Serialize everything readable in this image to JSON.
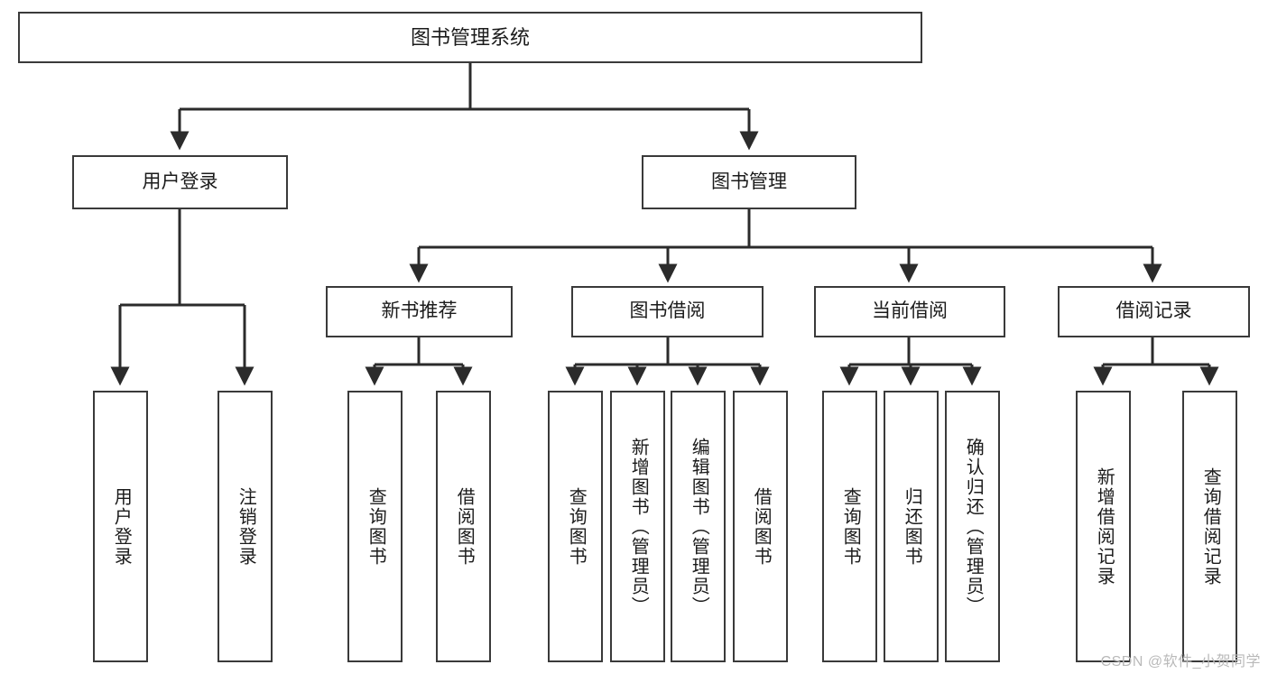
{
  "diagram": {
    "type": "tree",
    "title": "图书管理系统",
    "style": {
      "box_border": "#3a3a3a",
      "box_fill": "#ffffff",
      "connector": "#2b2b2b",
      "background": "#ffffff"
    },
    "root": {
      "id": "root",
      "label": "图书管理系统"
    },
    "level2": [
      {
        "id": "user-login",
        "label": "用户登录"
      },
      {
        "id": "book-manage",
        "label": "图书管理"
      }
    ],
    "level3": [
      {
        "id": "new-book-rec",
        "label": "新书推荐"
      },
      {
        "id": "book-borrow",
        "label": "图书借阅"
      },
      {
        "id": "current-borrow",
        "label": "当前借阅"
      },
      {
        "id": "borrow-record",
        "label": "借阅记录"
      }
    ],
    "leaves": {
      "user_login": [
        {
          "id": "leaf-user-login",
          "label": "用户登录"
        },
        {
          "id": "leaf-logout",
          "label": "注销登录"
        }
      ],
      "new_book_rec": [
        {
          "id": "leaf-query-book-1",
          "label": "查询图书"
        },
        {
          "id": "leaf-borrow-book-1",
          "label": "借阅图书"
        }
      ],
      "book_borrow": [
        {
          "id": "leaf-query-book-2",
          "label": "查询图书"
        },
        {
          "id": "leaf-add-book",
          "label": "新增图书（管理员）"
        },
        {
          "id": "leaf-edit-book",
          "label": "编辑图书（管理员）"
        },
        {
          "id": "leaf-borrow-book-2",
          "label": "借阅图书"
        }
      ],
      "current_borrow": [
        {
          "id": "leaf-query-book-3",
          "label": "查询图书"
        },
        {
          "id": "leaf-return-book",
          "label": "归还图书"
        },
        {
          "id": "leaf-confirm-return",
          "label": "确认归还（管理员）"
        }
      ],
      "borrow_record": [
        {
          "id": "leaf-add-record",
          "label": "新增借阅记录"
        },
        {
          "id": "leaf-query-record",
          "label": "查询借阅记录"
        }
      ]
    }
  },
  "watermark": {
    "text": "CSDN @软件_小贺同学"
  }
}
